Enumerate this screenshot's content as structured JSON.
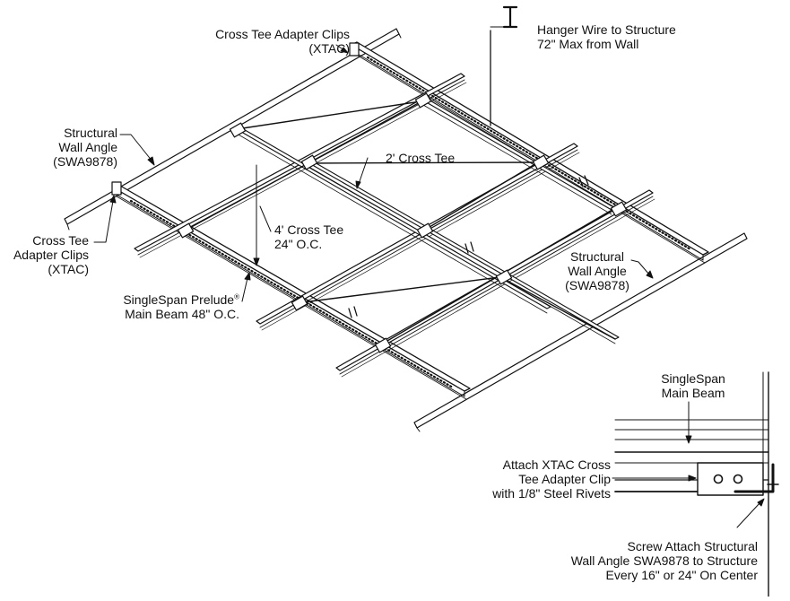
{
  "labels": {
    "xtac_top": {
      "line1": "Cross Tee Adapter Clips",
      "line2": "(XTAC)"
    },
    "hanger": {
      "line1": "Hanger Wire to Structure",
      "line2": "72\" Max from Wall"
    },
    "wall_angle_left": {
      "line1": "Structural",
      "line2": "Wall Angle",
      "line3": "(SWA9878)"
    },
    "cross_tee_2": {
      "line1": "2' Cross Tee"
    },
    "cross_tee_4": {
      "line1": "4' Cross Tee",
      "line2": "24\" O.C."
    },
    "xtac_left": {
      "line1": "Cross Tee",
      "line2": "Adapter Clips",
      "line3": "(XTAC)"
    },
    "main_beam": {
      "line1": "SingleSpan Prelude",
      "reg": "®",
      "line2": "Main Beam 48\" O.C."
    },
    "wall_angle_right": {
      "line1": "Structural",
      "line2": "Wall Angle",
      "line3": "(SWA9878)"
    }
  },
  "detail": {
    "beam": {
      "line1": "SingleSpan",
      "line2": "Main Beam"
    },
    "attach": {
      "line1": "Attach XTAC Cross",
      "line2": "Tee Adapter Clip",
      "line3": "with 1/8\" Steel Rivets"
    },
    "screw": {
      "line1": "Screw Attach Structural",
      "line2": "Wall Angle SWA9878 to Structure",
      "line3": "Every 16\" or 24\" On Center"
    }
  },
  "colors": {
    "stroke": "#111111",
    "background": "#ffffff"
  }
}
